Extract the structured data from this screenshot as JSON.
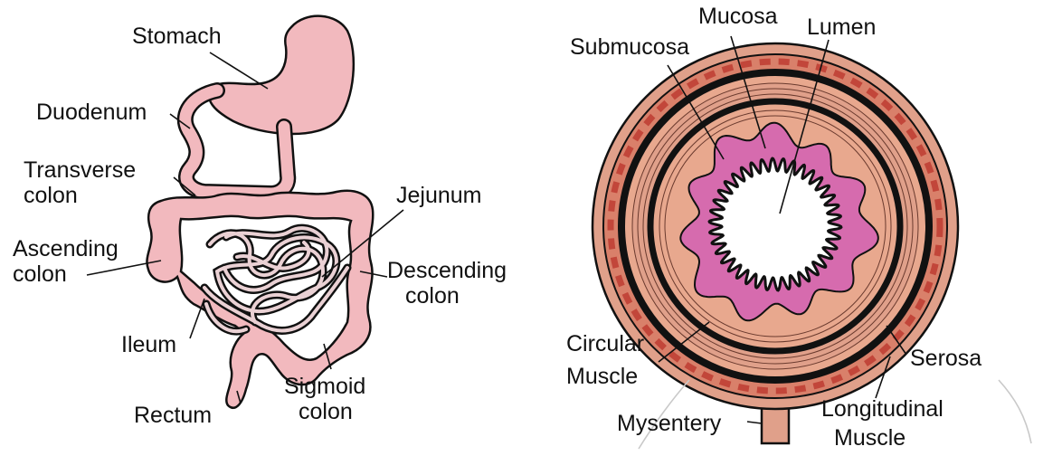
{
  "left_panel": {
    "labels": {
      "stomach": "Stomach",
      "duodenum": "Duodenum",
      "transverse_1": "Transverse",
      "transverse_2": "colon",
      "jejunum": "Jejunum",
      "ascending_1": "Ascending",
      "ascending_2": "colon",
      "descending_1": "Descending",
      "descending_2": "colon",
      "ileum": "Ileum",
      "sigmoid_1": "Sigmoid",
      "sigmoid_2": "colon",
      "rectum": "Rectum"
    }
  },
  "right_panel": {
    "labels": {
      "mucosa": "Mucosa",
      "lumen": "Lumen",
      "submucosa": "Submucosa",
      "circular_1": "Circular",
      "circular_2": "Muscle",
      "serosa": "Serosa",
      "mysentery": "Mysentery",
      "longitudinal_1": "Longitudinal",
      "longitudinal_2": "Muscle"
    }
  },
  "colors": {
    "organ_fill": "#f2b9be",
    "outer_ring": "#d9806a",
    "muscle_ring": "#e0a08a",
    "submucosa_fill": "#e8a88e",
    "mucosa_fill": "#d66bae",
    "line": "#111111"
  }
}
